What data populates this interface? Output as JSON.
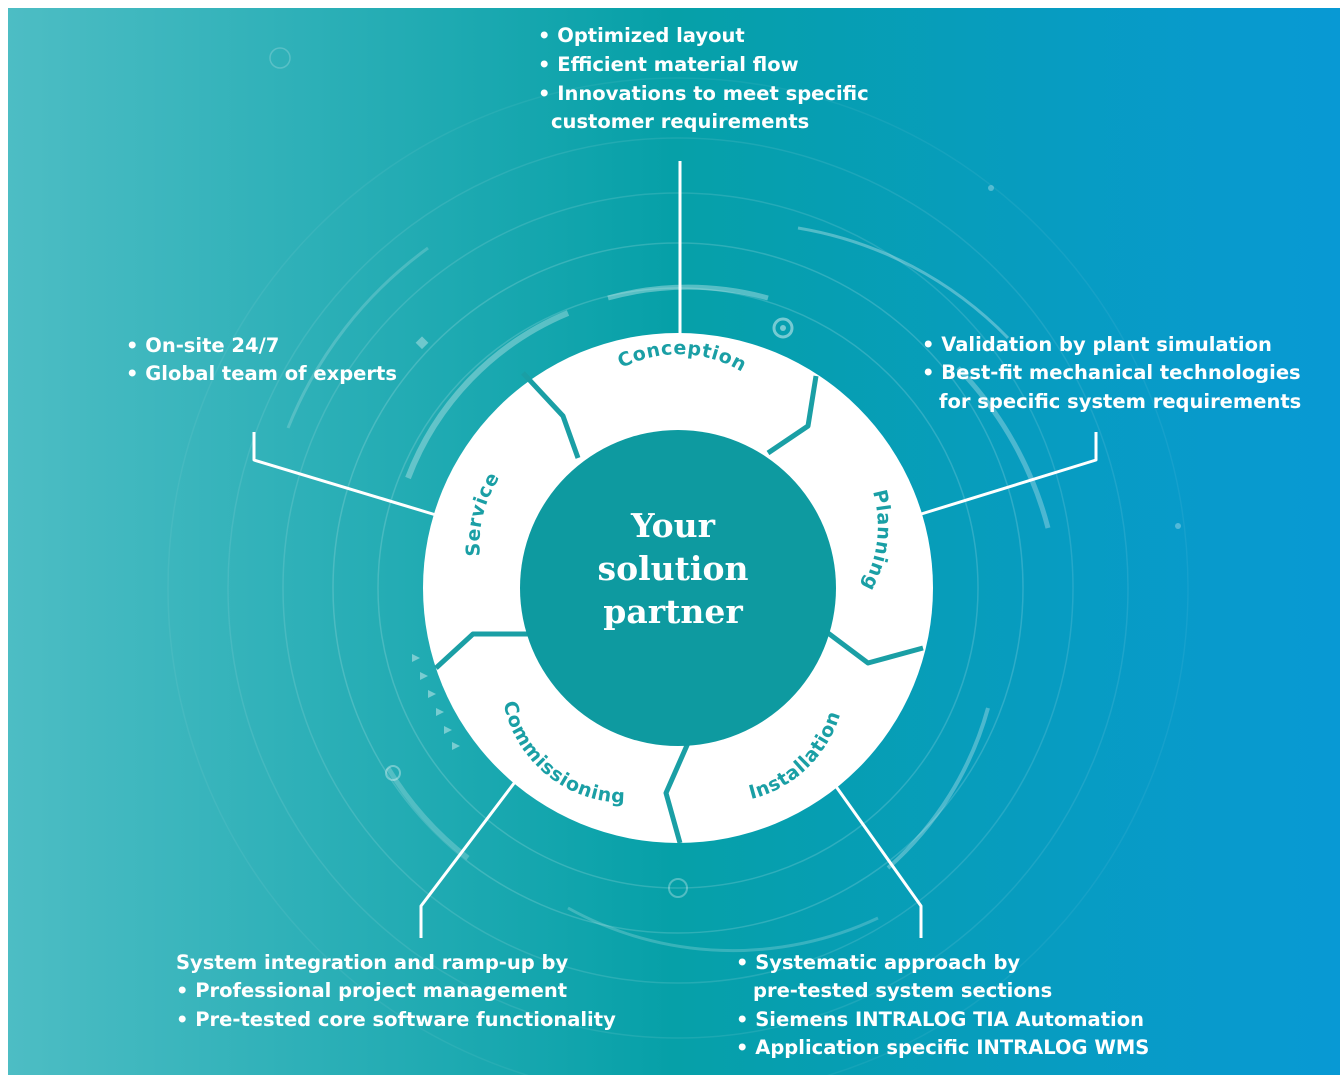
{
  "center": {
    "lines": [
      "Your",
      "solution",
      "partner"
    ]
  },
  "segments": [
    {
      "id": "conception",
      "label": "Conception"
    },
    {
      "id": "planning",
      "label": "Planning"
    },
    {
      "id": "installation",
      "label": "Installation"
    },
    {
      "id": "commissioning",
      "label": "Commissioning"
    },
    {
      "id": "service",
      "label": "Service"
    }
  ],
  "callouts": {
    "conception": [
      "• Optimized layout",
      "• Efficient material flow",
      "• Innovations to meet specific",
      "customer requirements"
    ],
    "planning": [
      "• Validation by plant simulation",
      "• Best-fit mechanical technologies",
      "for specific system requirements"
    ],
    "installation": [
      "• Systematic approach by",
      "pre-tested system sections",
      "• Siemens INTRALOG TIA Automation",
      "• Application specific INTRALOG WMS"
    ],
    "commissioning": [
      "System integration and ramp-up by",
      "• Professional project management",
      "• Pre-tested core software functionality"
    ],
    "service": [
      "• On-site 24/7",
      "• Global team of experts"
    ]
  },
  "colors": {
    "bg_left": "#4dbdc4",
    "bg_mid": "#06a0a8",
    "bg_right": "#0899d4",
    "ring": "#ffffff",
    "center": "#0e9aa0",
    "accent": "#1a9fa5"
  }
}
